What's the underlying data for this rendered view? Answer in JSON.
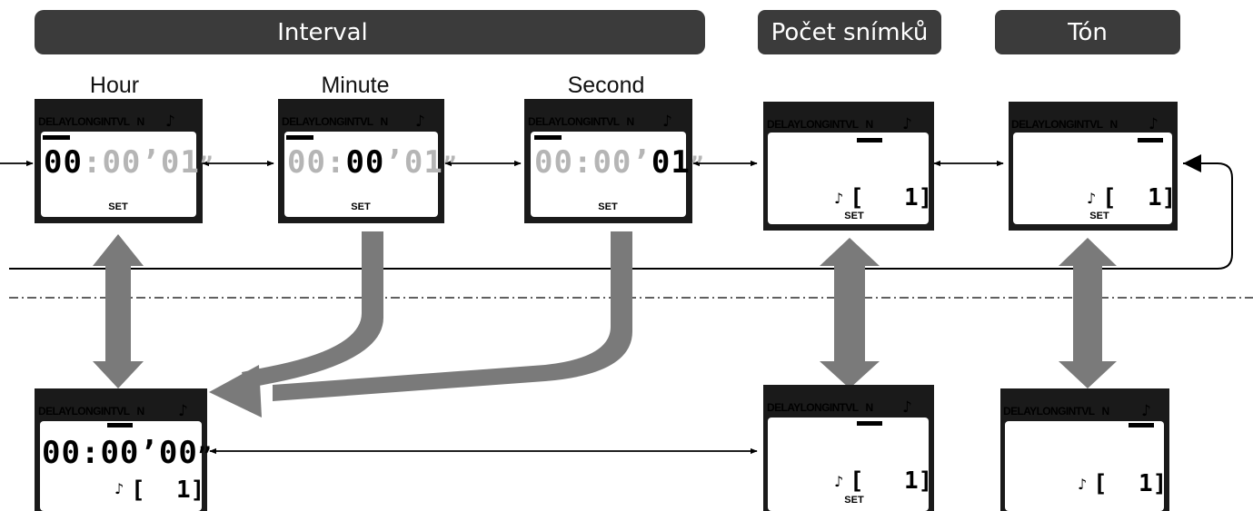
{
  "headers": {
    "interval": "Interval",
    "pocet_snimku": "Počet snímků",
    "ton": "Tón"
  },
  "columns": {
    "hour": "Hour",
    "minute": "Minute",
    "second": "Second"
  },
  "lcd": {
    "label_delay": "DELAY",
    "label_long": "LONG",
    "label_intvl": "INTVL",
    "label_n": "N",
    "note_symbol": "♪",
    "set_label": "SET",
    "hh": "00",
    "mm": "00",
    "ss_hour_screen": "01",
    "ss_second_screen": "01",
    "ss_bottom": "00",
    "sep_colon": ":",
    "sep_min": "’",
    "sep_sec": "”",
    "bracket_open": "[",
    "bracket_value": "1]"
  },
  "colors": {
    "header_fill": "#3b3b3b",
    "lcd_frame": "#1a1a1a",
    "active_digit": "#000000",
    "inactive_digit": "#b5b5b5",
    "gray_arrow": "#7a7a7a"
  }
}
